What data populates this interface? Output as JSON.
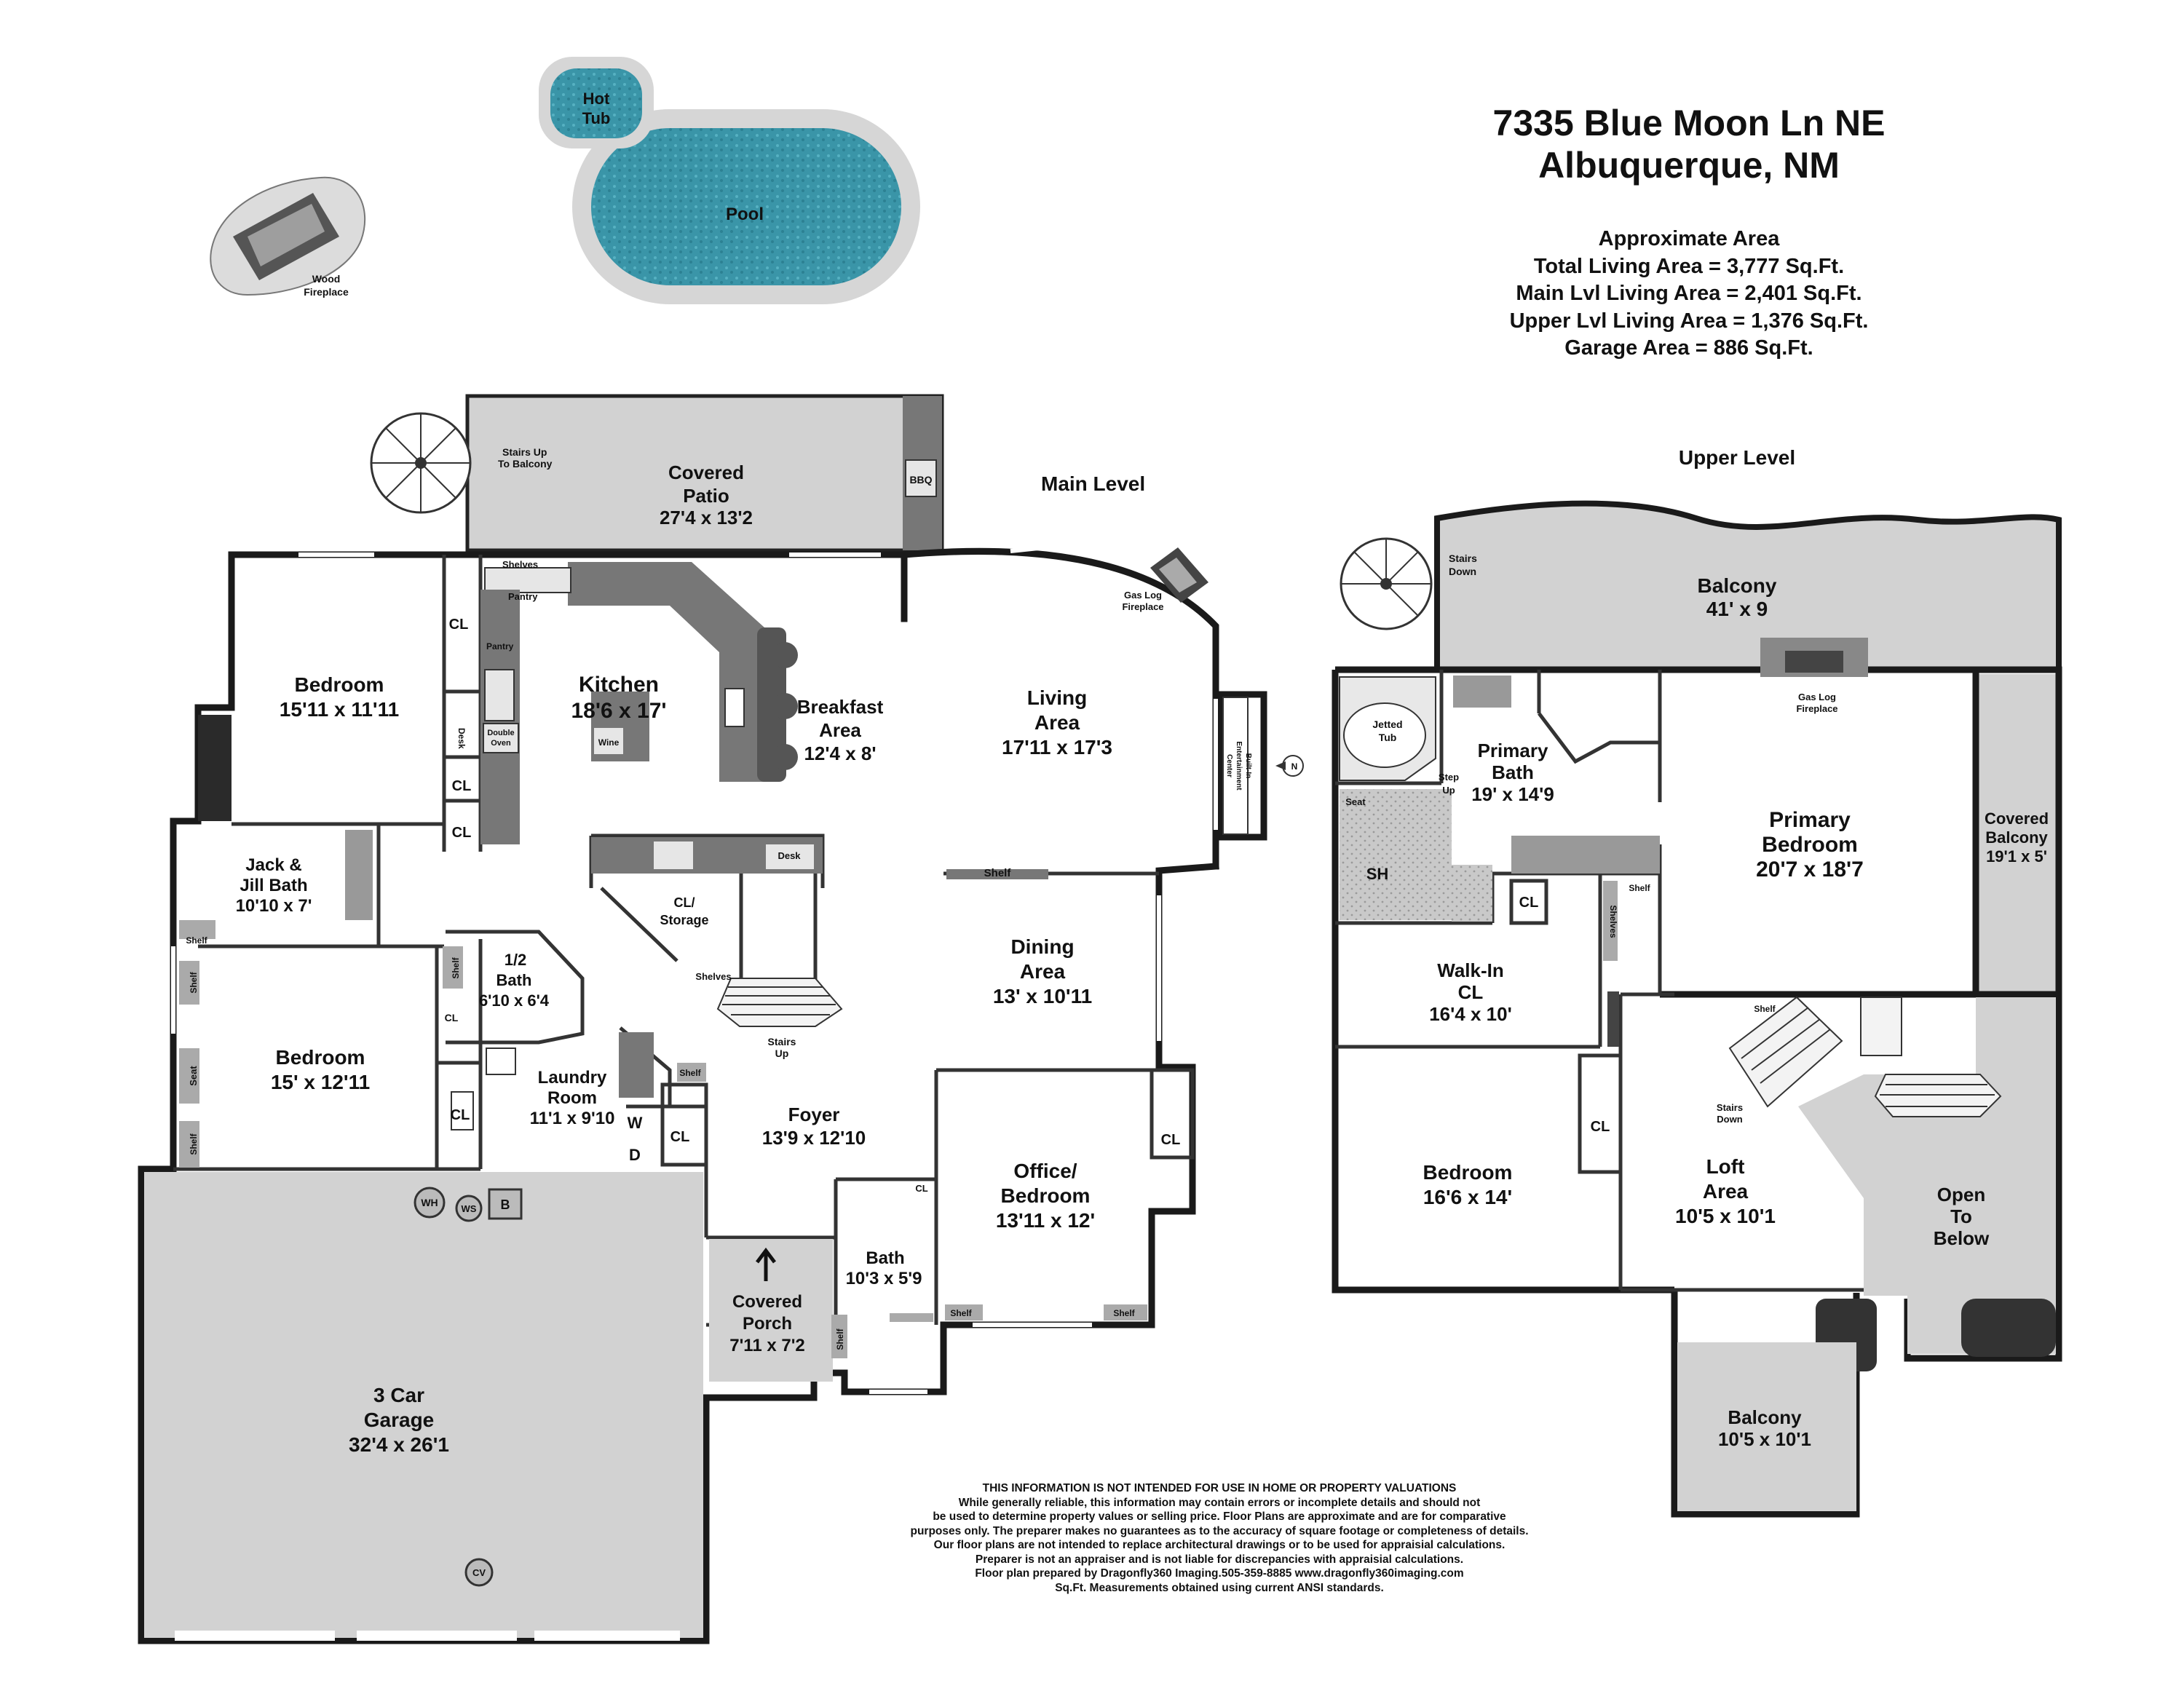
{
  "address": {
    "line1": "7335 Blue Moon Ln NE",
    "line2": "Albuquerque, NM"
  },
  "area": {
    "heading": "Approximate Area",
    "total": "Total Living Area = 3,777 Sq.Ft.",
    "main": "Main Lvl Living Area = 2,401 Sq.Ft.",
    "upper": "Upper Lvl Living Area = 1,376 Sq.Ft.",
    "garage": "Garage Area = 886 Sq.Ft."
  },
  "levels": {
    "main": "Main Level",
    "upper": "Upper Level"
  },
  "outdoor": {
    "hot_tub": [
      "Hot",
      "Tub"
    ],
    "pool": "Pool",
    "wood_fireplace": [
      "Wood",
      "Fireplace"
    ]
  },
  "main_rooms": {
    "covered_patio": [
      "Covered",
      "Patio",
      "27'4 x 13'2"
    ],
    "bedroom_nw": [
      "Bedroom",
      "15'11 x 11'11"
    ],
    "kitchen": [
      "Kitchen",
      "18'6 x 17'"
    ],
    "breakfast": [
      "Breakfast",
      "Area",
      "12'4 x 8'"
    ],
    "living": [
      "Living",
      "Area",
      "17'11 x 17'3"
    ],
    "jack_jill": [
      "Jack &",
      "Jill Bath",
      "10'10 x 7'"
    ],
    "bedroom_w": [
      "Bedroom",
      "15' x 12'11"
    ],
    "half_bath": [
      "1/2",
      "Bath",
      "6'10 x 6'4"
    ],
    "laundry": [
      "Laundry",
      "Room",
      "11'1 x 9'10"
    ],
    "cl_storage": [
      "CL/",
      "Storage"
    ],
    "dining": [
      "Dining",
      "Area",
      "13' x 10'11"
    ],
    "foyer": [
      "Foyer",
      "13'9 x 12'10"
    ],
    "office": [
      "Office/",
      "Bedroom",
      "13'11 x 12'"
    ],
    "bath": [
      "Bath",
      "10'3 x 5'9"
    ],
    "porch": [
      "Covered",
      "Porch",
      "7'11 x 7'2"
    ],
    "garage": [
      "3 Car",
      "Garage",
      "32'4 x 26'1"
    ]
  },
  "main_labels": {
    "stairs_up_balcony": [
      "Stairs Up",
      "To Balcony"
    ],
    "bbq": "BBQ",
    "shelves": "Shelves",
    "pantry": "Pantry",
    "pantry_small": "Pantry",
    "desk": "Desk",
    "double_oven": [
      "Double",
      "Oven"
    ],
    "wine": "Wine",
    "gas_log": [
      "Gas Log",
      "Fireplace"
    ],
    "entertainment": [
      "Built-In",
      "Entertainment",
      "Center"
    ],
    "north": "N",
    "shelf": "Shelf",
    "seat": "Seat",
    "cl": "CL",
    "stairs_up": [
      "Stairs",
      "Up"
    ],
    "w": "W",
    "d": "D",
    "wh": "WH",
    "ws": "WS",
    "b": "B",
    "cv": "CV"
  },
  "upper_rooms": {
    "balcony_top": [
      "Balcony",
      "41' x 9"
    ],
    "primary_bath": [
      "Primary",
      "Bath",
      "19' x 14'9"
    ],
    "primary_bed": [
      "Primary",
      "Bedroom",
      "20'7 x 18'7"
    ],
    "covered_balcony": [
      "Covered",
      "Balcony",
      "19'1 x 5'"
    ],
    "walk_in": [
      "Walk-In",
      "CL",
      "16'4 x 10'"
    ],
    "bedroom": [
      "Bedroom",
      "16'6 x 14'"
    ],
    "loft": [
      "Loft",
      "Area",
      "10'5 x 10'1"
    ],
    "open_below": [
      "Open",
      "To",
      "Below"
    ],
    "balcony_bottom": [
      "Balcony",
      "10'5 x 10'1"
    ]
  },
  "upper_labels": {
    "stairs_down": [
      "Stairs",
      "Down"
    ],
    "jetted_tub": [
      "Jetted",
      "Tub"
    ],
    "step_up": [
      "Step",
      "Up"
    ],
    "gas_log": [
      "Gas Log",
      "Fireplace"
    ],
    "seat": "Seat",
    "sh": "SH",
    "cl": "CL",
    "shelf": "Shelf",
    "shelves": "Shelves"
  },
  "disclaimer": [
    "THIS INFORMATION IS NOT INTENDED FOR USE IN HOME OR PROPERTY VALUATIONS",
    "While generally reliable, this information may contain errors or incomplete details and should not",
    "be used to determine property values or selling price. Floor Plans are approximate and are for comparative",
    "purposes only. The preparer makes no guarantees as to the accuracy of square footage or completeness of details.",
    "Our floor plans are not intended to replace architectural drawings or to be used for appraisial calculations.",
    "Preparer is not an appraiser and is not liable for discrepancies with appraisial calculations.",
    "Floor plan prepared by Dragonfly360 Imaging.505-359-8885  www.dragonfly360imaging.com",
    "Sq.Ft. Measurements obtained using current ANSI standards."
  ]
}
